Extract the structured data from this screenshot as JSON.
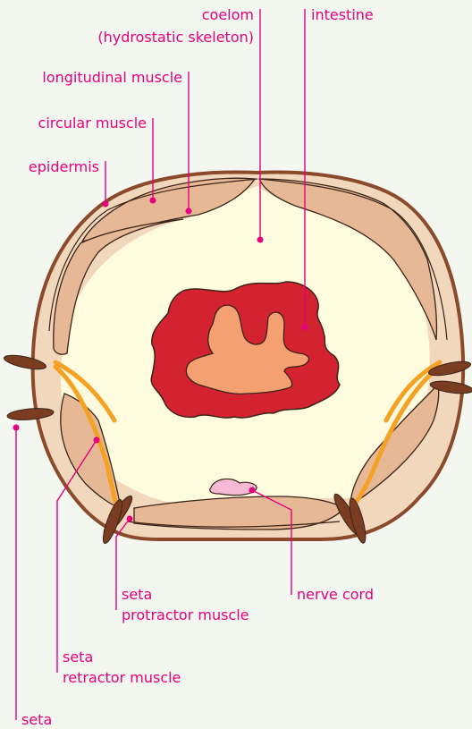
{
  "labels": {
    "coelom": "coelom",
    "coelom_note": "(hydrostatic skeleton)",
    "intestine": "intestine",
    "longitudinal_muscle": "longitudinal muscle",
    "circular_muscle": "circular muscle",
    "epidermis": "epidermis",
    "seta_protractor_1": "seta",
    "seta_protractor_2": "protractor muscle",
    "nerve_cord": "nerve cord",
    "seta_retractor_1": "seta",
    "seta_retractor_2": "retractor muscle",
    "seta": "seta"
  },
  "colors": {
    "label": "#e5007d",
    "background": "#f4f7ef",
    "body_wall_outline": "#8b4a2b",
    "longitudinal_muscle": "#e6b896",
    "circular_muscle": "#f1d7bb",
    "coelom": "#fefbde",
    "intestine_outer": "#d32330",
    "intestine_lumen": "#f4a070",
    "setae_muscle": "#f5a123",
    "seta": "#7a3d22",
    "nerve_cord": "#f5b9d6"
  }
}
